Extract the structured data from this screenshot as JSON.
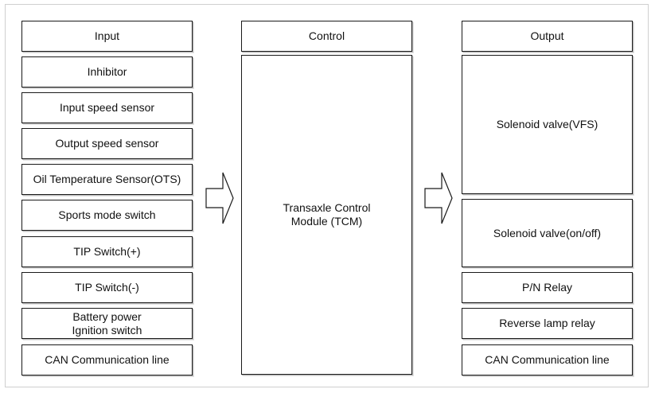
{
  "input": {
    "header": "Input",
    "items": [
      "Inhibitor",
      "Input speed sensor",
      "Output speed sensor",
      "Oil Temperature Sensor(OTS)",
      "Sports mode switch",
      "TIP Switch(+)",
      "TIP Switch(-)",
      "Battery power\nIgnition switch",
      "CAN Communication line"
    ]
  },
  "control": {
    "header": "Control",
    "module": "Transaxle Control\nModule (TCM)"
  },
  "output": {
    "header": "Output",
    "items": [
      "Solenoid valve(VFS)",
      "Solenoid valve(on/off)",
      "P/N Relay",
      "Reverse lamp relay",
      "CAN Communication line"
    ]
  },
  "arrows": [
    "arrow-input-to-control",
    "arrow-control-to-output"
  ],
  "colors": {
    "line": "#1a1a1a",
    "shadow": "#bdbdbd",
    "frame": "#cfcfcf",
    "background": "#ffffff"
  }
}
